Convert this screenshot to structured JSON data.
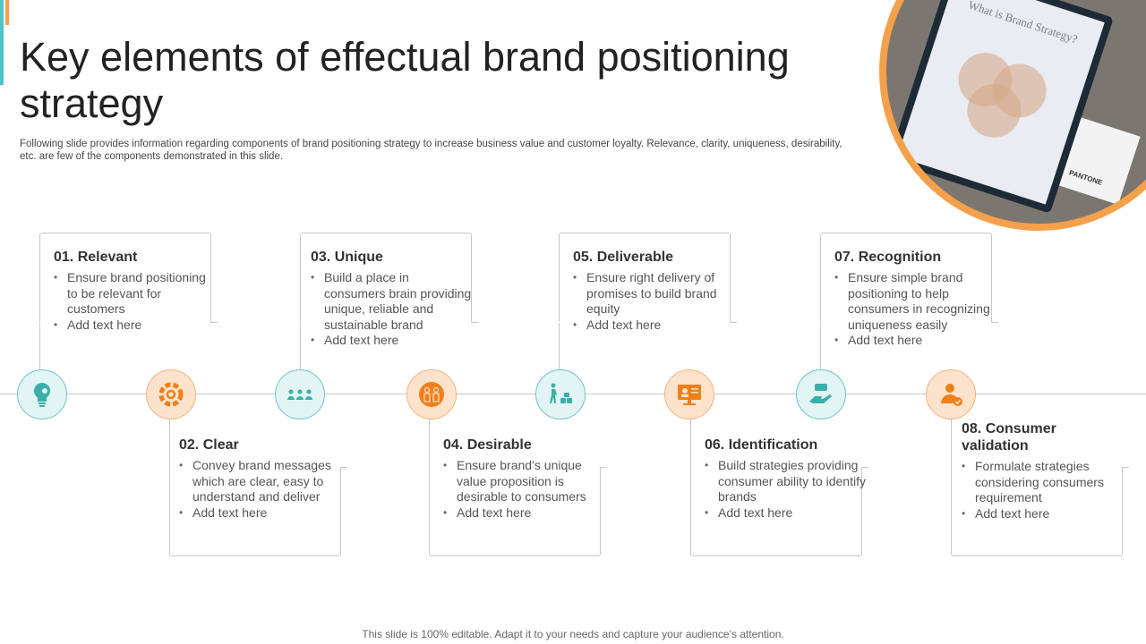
{
  "title": "Key elements of effectual brand positioning strategy",
  "subtitle": "Following slide provides information regarding components of brand positioning strategy to increase business value and customer loyalty. Relevance, clarity, uniqueness, desirability, etc. are few of the components demonstrated in this slide.",
  "photo": {
    "paper_text": "What is Brand Strategy?",
    "swatch_text": "PANTONE"
  },
  "colors": {
    "teal": "#3aafa9",
    "orange": "#f07f1a",
    "ring": "#f5a04a"
  },
  "items": [
    {
      "title": "01. Relevant",
      "bullets": [
        "Ensure brand positioning to be relevant for customers",
        "Add text here"
      ],
      "icon": "lightbulb-gear-icon"
    },
    {
      "title": "02. Clear",
      "bullets": [
        "Convey brand messages which are clear, easy to understand and deliver",
        "Add text here"
      ],
      "icon": "gear-cycle-icon"
    },
    {
      "title": "03. Unique",
      "bullets": [
        "Build a place in consumers brain providing unique, reliable and sustainable brand",
        "Add text here"
      ],
      "icon": "people-group-icon"
    },
    {
      "title": "04. Desirable",
      "bullets": [
        "Ensure brand’s unique value proposition is desirable to consumers",
        "Add text here"
      ],
      "icon": "team-badge-icon"
    },
    {
      "title": "05. Deliverable",
      "bullets": [
        "Ensure right delivery of promises to build brand equity",
        "Add text here"
      ],
      "icon": "delivery-trolley-icon"
    },
    {
      "title": "06. Identification",
      "bullets": [
        "Build strategies providing consumer ability to identify brands",
        "Add text here"
      ],
      "icon": "monitor-profile-icon"
    },
    {
      "title": "07. Recognition",
      "bullets": [
        "Ensure simple brand positioning to help consumers in recognizing uniqueness easily",
        "Add text here"
      ],
      "icon": "hand-money-icon"
    },
    {
      "title": "08. Consumer validation",
      "bullets": [
        "Formulate strategies considering consumers requirement",
        "Add text here"
      ],
      "icon": "user-check-icon"
    }
  ],
  "footer": "This slide is 100% editable. Adapt it to your needs and capture your audience’s attention."
}
